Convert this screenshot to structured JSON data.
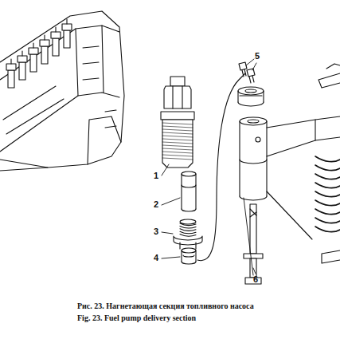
{
  "diagram": {
    "caption": "Рис. 23. Нагнетающая секция топливного насоса",
    "labels": [
      "1",
      "2",
      "3",
      "4",
      "5",
      "6",
      "Fig. 23. Fuel pump delivery section"
    ]
  }
}
